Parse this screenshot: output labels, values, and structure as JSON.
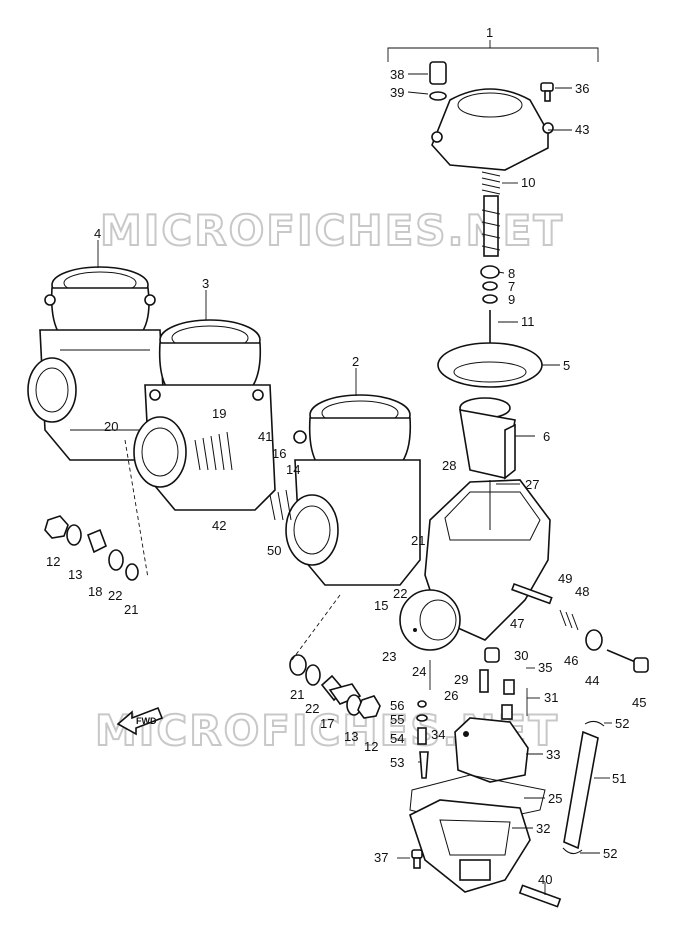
{
  "watermark": "MICROFICHES.NET",
  "fwd_label": "FWD",
  "callouts": [
    "1",
    "2",
    "3",
    "4",
    "5",
    "6",
    "7",
    "8",
    "9",
    "10",
    "11",
    "12",
    "12",
    "13",
    "13",
    "14",
    "15",
    "16",
    "17",
    "18",
    "19",
    "20",
    "21",
    "21",
    "21",
    "22",
    "22",
    "22",
    "23",
    "24",
    "25",
    "26",
    "27",
    "28",
    "29",
    "30",
    "31",
    "32",
    "33",
    "34",
    "35",
    "36",
    "37",
    "38",
    "39",
    "40",
    "41",
    "42",
    "43",
    "44",
    "45",
    "46",
    "47",
    "48",
    "49",
    "50",
    "51",
    "52",
    "52",
    "53",
    "54",
    "55",
    "56"
  ],
  "colors": {
    "line": "#111111",
    "watermark": "#c8c8c8",
    "background": "#ffffff"
  }
}
